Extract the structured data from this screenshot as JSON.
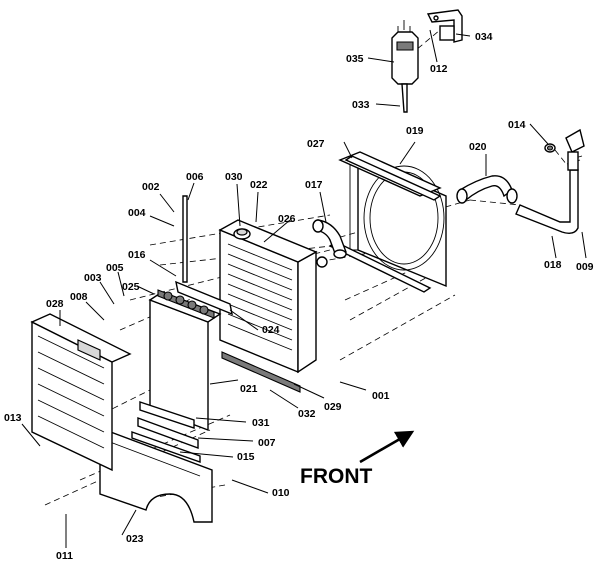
{
  "front_label": "FRONT",
  "callouts": {
    "c001": "001",
    "c002": "002",
    "c003": "003",
    "c004": "004",
    "c005": "005",
    "c006": "006",
    "c007": "007",
    "c008": "008",
    "c009": "009",
    "c010": "010",
    "c011": "011",
    "c012": "012",
    "c013": "013",
    "c014": "014",
    "c015": "015",
    "c016": "016",
    "c017": "017",
    "c018": "018",
    "c019": "019",
    "c020": "020",
    "c021": "021",
    "c022": "022",
    "c023": "023",
    "c024": "024",
    "c025": "025",
    "c026": "026",
    "c027": "027",
    "c028": "028",
    "c029": "029",
    "c030": "030",
    "c031": "031",
    "c032": "032",
    "c033": "033",
    "c034": "034",
    "c035": "035"
  }
}
